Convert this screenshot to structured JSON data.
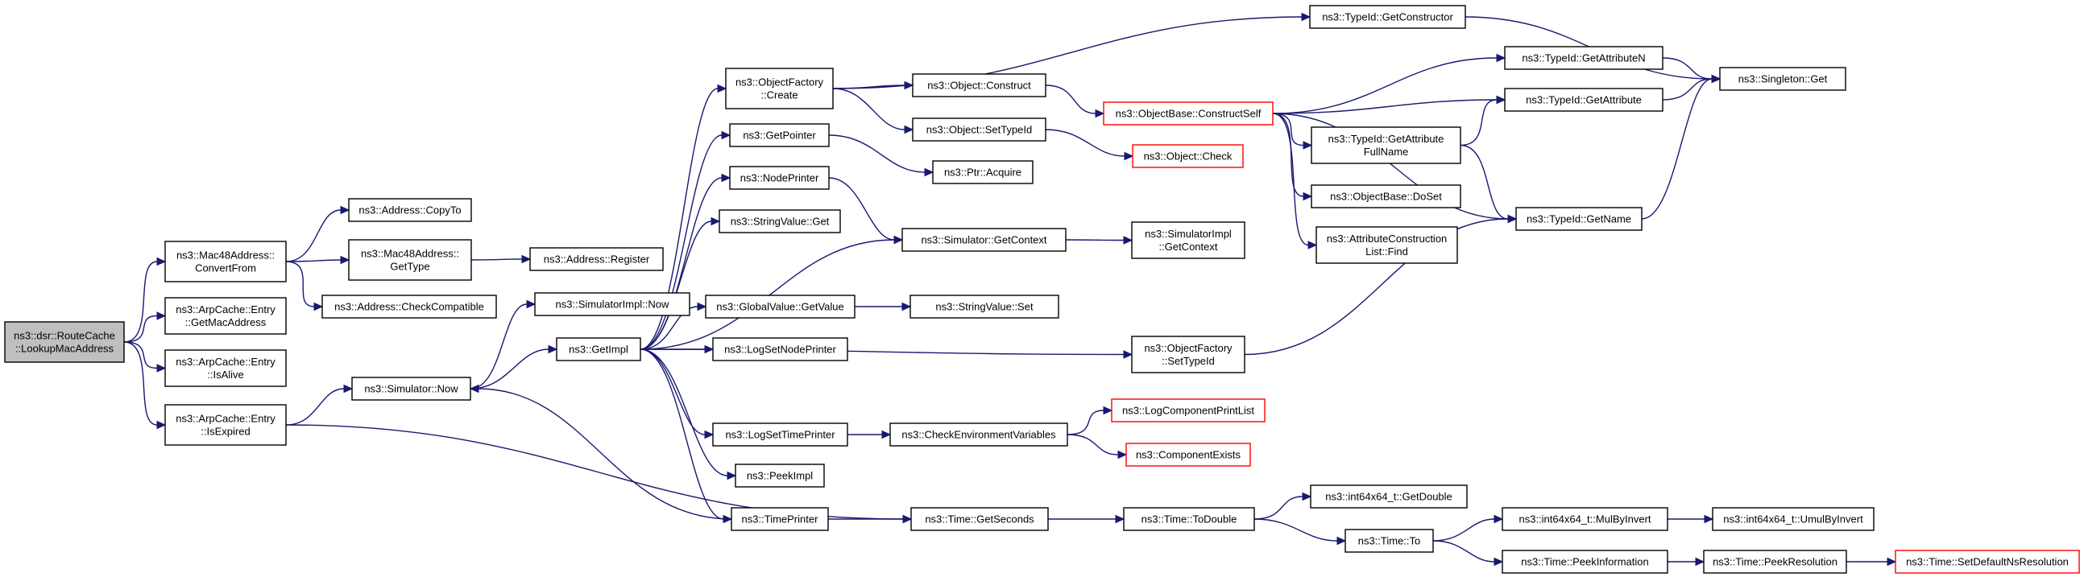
{
  "graph": {
    "nodes": [
      {
        "id": "root",
        "lines": [
          "ns3::dsr::RouteCache",
          "::LookupMacAddress"
        ],
        "style": "root"
      },
      {
        "id": "mac_convert",
        "lines": [
          "ns3::Mac48Address::",
          "ConvertFrom"
        ]
      },
      {
        "id": "arp_getmac",
        "lines": [
          "ns3::ArpCache::Entry",
          "::GetMacAddress"
        ]
      },
      {
        "id": "arp_isalive",
        "lines": [
          "ns3::ArpCache::Entry",
          "::IsAlive"
        ]
      },
      {
        "id": "arp_isexpired",
        "lines": [
          "ns3::ArpCache::Entry",
          "::IsExpired"
        ]
      },
      {
        "id": "addr_copyto",
        "lines": [
          "ns3::Address::CopyTo"
        ]
      },
      {
        "id": "mac_gettype",
        "lines": [
          "ns3::Mac48Address::",
          "GetType"
        ]
      },
      {
        "id": "addr_checkcompat",
        "lines": [
          "ns3::Address::CheckCompatible"
        ]
      },
      {
        "id": "addr_register",
        "lines": [
          "ns3::Address::Register"
        ]
      },
      {
        "id": "simimpl_now",
        "lines": [
          "ns3::SimulatorImpl::Now"
        ]
      },
      {
        "id": "sim_now",
        "lines": [
          "ns3::Simulator::Now"
        ]
      },
      {
        "id": "getimpl",
        "lines": [
          "ns3::GetImpl"
        ]
      },
      {
        "id": "objfactory_create",
        "lines": [
          "ns3::ObjectFactory",
          "::Create"
        ]
      },
      {
        "id": "getpointer",
        "lines": [
          "ns3::GetPointer"
        ]
      },
      {
        "id": "nodeprinter",
        "lines": [
          "ns3::NodePrinter"
        ]
      },
      {
        "id": "stringvalue_get",
        "lines": [
          "ns3::StringValue::Get"
        ]
      },
      {
        "id": "globalvalue_getvalue",
        "lines": [
          "ns3::GlobalValue::GetValue"
        ]
      },
      {
        "id": "logsetnodeprinter",
        "lines": [
          "ns3::LogSetNodePrinter"
        ]
      },
      {
        "id": "logsettimeprinter",
        "lines": [
          "ns3::LogSetTimePrinter"
        ]
      },
      {
        "id": "peekimpl",
        "lines": [
          "ns3::PeekImpl"
        ]
      },
      {
        "id": "timeprinter",
        "lines": [
          "ns3::TimePrinter"
        ]
      },
      {
        "id": "object_construct",
        "lines": [
          "ns3::Object::Construct"
        ]
      },
      {
        "id": "object_settypeid",
        "lines": [
          "ns3::Object::SetTypeId"
        ]
      },
      {
        "id": "ptr_acquire",
        "lines": [
          "ns3::Ptr::Acquire"
        ]
      },
      {
        "id": "sim_getcontext",
        "lines": [
          "ns3::Simulator::GetContext"
        ]
      },
      {
        "id": "stringvalue_set",
        "lines": [
          "ns3::StringValue::Set"
        ]
      },
      {
        "id": "checkenvvars",
        "lines": [
          "ns3::CheckEnvironmentVariables"
        ]
      },
      {
        "id": "time_getseconds",
        "lines": [
          "ns3::Time::GetSeconds"
        ]
      },
      {
        "id": "typeid_getconstructor",
        "lines": [
          "ns3::TypeId::GetConstructor"
        ]
      },
      {
        "id": "objbase_constructself",
        "lines": [
          "ns3::ObjectBase::ConstructSelf"
        ],
        "style": "truncated"
      },
      {
        "id": "object_check",
        "lines": [
          "ns3::Object::Check"
        ],
        "style": "truncated"
      },
      {
        "id": "simimpl_getcontext",
        "lines": [
          "ns3::SimulatorImpl",
          "::GetContext"
        ]
      },
      {
        "id": "objfactory_settypeid",
        "lines": [
          "ns3::ObjectFactory",
          "::SetTypeId"
        ]
      },
      {
        "id": "logcomponentprintlist",
        "lines": [
          "ns3::LogComponentPrintList"
        ],
        "style": "truncated"
      },
      {
        "id": "componentexists",
        "lines": [
          "ns3::ComponentExists"
        ],
        "style": "truncated"
      },
      {
        "id": "time_todouble",
        "lines": [
          "ns3::Time::ToDouble"
        ]
      },
      {
        "id": "typeid_getattributefullname",
        "lines": [
          "ns3::TypeId::GetAttribute",
          "FullName"
        ]
      },
      {
        "id": "objbase_doset",
        "lines": [
          "ns3::ObjectBase::DoSet"
        ]
      },
      {
        "id": "attrconstructionlist_find",
        "lines": [
          "ns3::AttributeConstruction",
          "List::Find"
        ]
      },
      {
        "id": "int64_getdouble",
        "lines": [
          "ns3::int64x64_t::GetDouble"
        ]
      },
      {
        "id": "time_to",
        "lines": [
          "ns3::Time::To"
        ]
      },
      {
        "id": "typeid_getattributen",
        "lines": [
          "ns3::TypeId::GetAttributeN"
        ]
      },
      {
        "id": "typeid_getattribute",
        "lines": [
          "ns3::TypeId::GetAttribute"
        ]
      },
      {
        "id": "typeid_getname",
        "lines": [
          "ns3::TypeId::GetName"
        ]
      },
      {
        "id": "int64_mulbyinvert",
        "lines": [
          "ns3::int64x64_t::MulByInvert"
        ]
      },
      {
        "id": "time_peekinformation",
        "lines": [
          "ns3::Time::PeekInformation"
        ]
      },
      {
        "id": "singleton_get",
        "lines": [
          "ns3::Singleton::Get"
        ]
      },
      {
        "id": "int64_umulbyinvert",
        "lines": [
          "ns3::int64x64_t::UmulByInvert"
        ]
      },
      {
        "id": "time_peekresolution",
        "lines": [
          "ns3::Time::PeekResolution"
        ]
      },
      {
        "id": "time_setdefaultnsresolution",
        "lines": [
          "ns3::Time::SetDefaultNsResolution"
        ],
        "style": "truncated"
      }
    ],
    "edges": [
      [
        "root",
        "mac_convert"
      ],
      [
        "root",
        "arp_getmac"
      ],
      [
        "root",
        "arp_isalive"
      ],
      [
        "root",
        "arp_isexpired"
      ],
      [
        "mac_convert",
        "addr_copyto"
      ],
      [
        "mac_convert",
        "mac_gettype"
      ],
      [
        "mac_convert",
        "addr_checkcompat"
      ],
      [
        "mac_gettype",
        "addr_register"
      ],
      [
        "arp_isexpired",
        "sim_now"
      ],
      [
        "arp_isexpired",
        "time_getseconds"
      ],
      [
        "sim_now",
        "simimpl_now"
      ],
      [
        "sim_now",
        "getimpl"
      ],
      [
        "getimpl",
        "objfactory_create"
      ],
      [
        "getimpl",
        "getpointer"
      ],
      [
        "getimpl",
        "nodeprinter"
      ],
      [
        "getimpl",
        "stringvalue_get"
      ],
      [
        "getimpl",
        "globalvalue_getvalue"
      ],
      [
        "getimpl",
        "logsetnodeprinter"
      ],
      [
        "getimpl",
        "logsettimeprinter"
      ],
      [
        "getimpl",
        "peekimpl"
      ],
      [
        "getimpl",
        "timeprinter"
      ],
      [
        "getimpl",
        "sim_getcontext"
      ],
      [
        "getimpl",
        "objfactory_settypeid"
      ],
      [
        "objfactory_create",
        "typeid_getconstructor"
      ],
      [
        "objfactory_create",
        "object_construct"
      ],
      [
        "objfactory_create",
        "object_settypeid"
      ],
      [
        "getpointer",
        "ptr_acquire"
      ],
      [
        "nodeprinter",
        "sim_getcontext"
      ],
      [
        "globalvalue_getvalue",
        "stringvalue_set"
      ],
      [
        "logsettimeprinter",
        "checkenvvars"
      ],
      [
        "timeprinter",
        "sim_now"
      ],
      [
        "timeprinter",
        "time_getseconds"
      ],
      [
        "object_construct",
        "objbase_constructself"
      ],
      [
        "object_settypeid",
        "object_check"
      ],
      [
        "sim_getcontext",
        "simimpl_getcontext"
      ],
      [
        "checkenvvars",
        "logcomponentprintlist"
      ],
      [
        "checkenvvars",
        "componentexists"
      ],
      [
        "time_getseconds",
        "time_todouble"
      ],
      [
        "typeid_getconstructor",
        "singleton_get"
      ],
      [
        "objbase_constructself",
        "typeid_getattributen"
      ],
      [
        "objbase_constructself",
        "typeid_getattribute"
      ],
      [
        "objbase_constructself",
        "typeid_getattributefullname"
      ],
      [
        "objbase_constructself",
        "objbase_doset"
      ],
      [
        "objbase_constructself",
        "attrconstructionlist_find"
      ],
      [
        "objbase_constructself",
        "typeid_getname"
      ],
      [
        "objfactory_settypeid",
        "typeid_getname"
      ],
      [
        "time_todouble",
        "int64_getdouble"
      ],
      [
        "time_todouble",
        "time_to"
      ],
      [
        "typeid_getattributefullname",
        "typeid_getattribute"
      ],
      [
        "typeid_getattributefullname",
        "typeid_getname"
      ],
      [
        "time_to",
        "int64_mulbyinvert"
      ],
      [
        "time_to",
        "time_peekinformation"
      ],
      [
        "typeid_getattributen",
        "singleton_get"
      ],
      [
        "typeid_getattribute",
        "singleton_get"
      ],
      [
        "typeid_getname",
        "singleton_get"
      ],
      [
        "int64_mulbyinvert",
        "int64_umulbyinvert"
      ],
      [
        "time_peekinformation",
        "time_peekresolution"
      ],
      [
        "time_peekresolution",
        "time_setdefaultnsresolution"
      ]
    ]
  }
}
